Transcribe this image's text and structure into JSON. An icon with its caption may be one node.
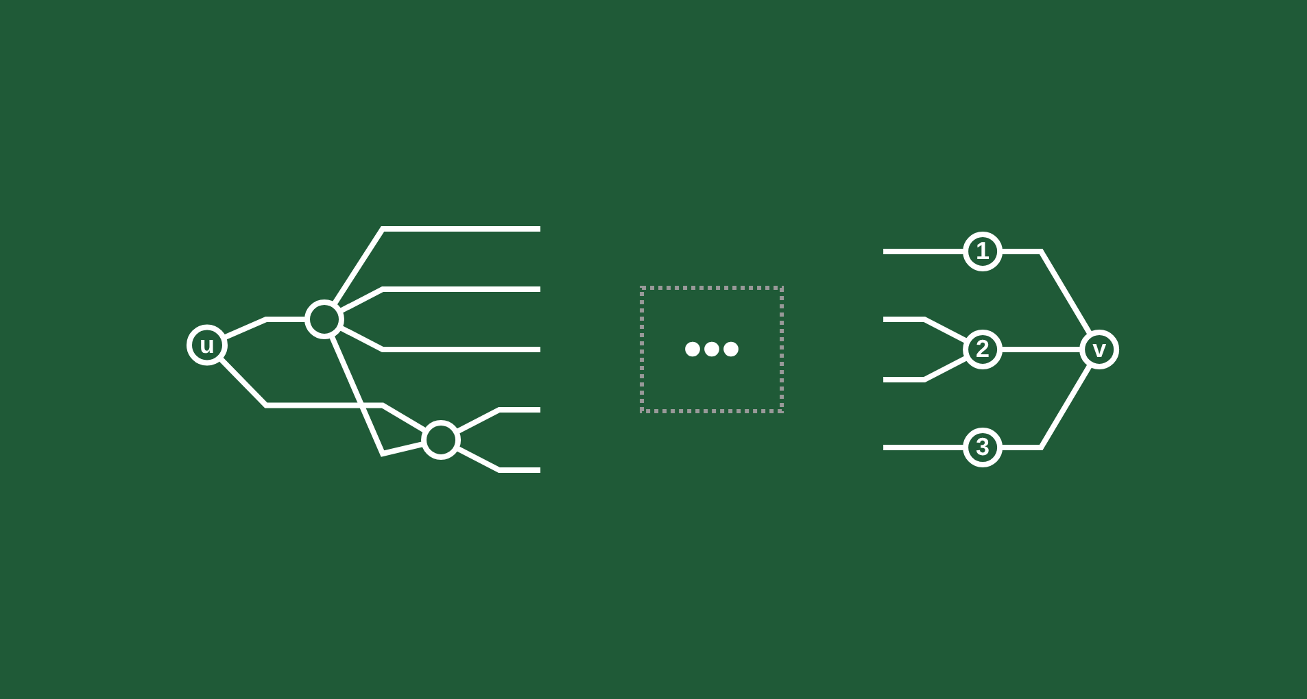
{
  "diagram": {
    "nodes": [
      {
        "text": [
          "u"
        ]
      },
      {
        "text": [],
        "shape": "circle"
      },
      {
        "text": [],
        "shape": "circle"
      },
      {
        "text": [
          "•••"
        ]
      },
      {
        "text": [
          "1"
        ]
      },
      {
        "text": [
          "2"
        ]
      },
      {
        "text": [
          "3"
        ]
      },
      {
        "text": [
          "v"
        ]
      }
    ],
    "edges": [
      {
        "from": 0,
        "to": 1,
        "arrow": "none"
      },
      {
        "from": 0,
        "to": 2,
        "arrow": "none"
      },
      {
        "from": 1,
        "to": 2,
        "arrow": "none"
      },
      {
        "from": 1,
        "to": null,
        "arrow": "none"
      },
      {
        "from": 1,
        "to": null,
        "arrow": "none"
      },
      {
        "from": 1,
        "to": null,
        "arrow": "none"
      },
      {
        "from": 2,
        "to": null,
        "arrow": "none"
      },
      {
        "from": 2,
        "to": null,
        "arrow": "none"
      },
      {
        "from": null,
        "to": 4,
        "arrow": "none"
      },
      {
        "from": null,
        "to": 5,
        "arrow": "none"
      },
      {
        "from": null,
        "to": 5,
        "arrow": "none"
      },
      {
        "from": null,
        "to": 6,
        "arrow": "none"
      },
      {
        "from": 4,
        "to": 7,
        "arrow": "none"
      },
      {
        "from": 5,
        "to": 7,
        "arrow": "none"
      },
      {
        "from": 6,
        "to": 7,
        "arrow": "none"
      }
    ]
  }
}
